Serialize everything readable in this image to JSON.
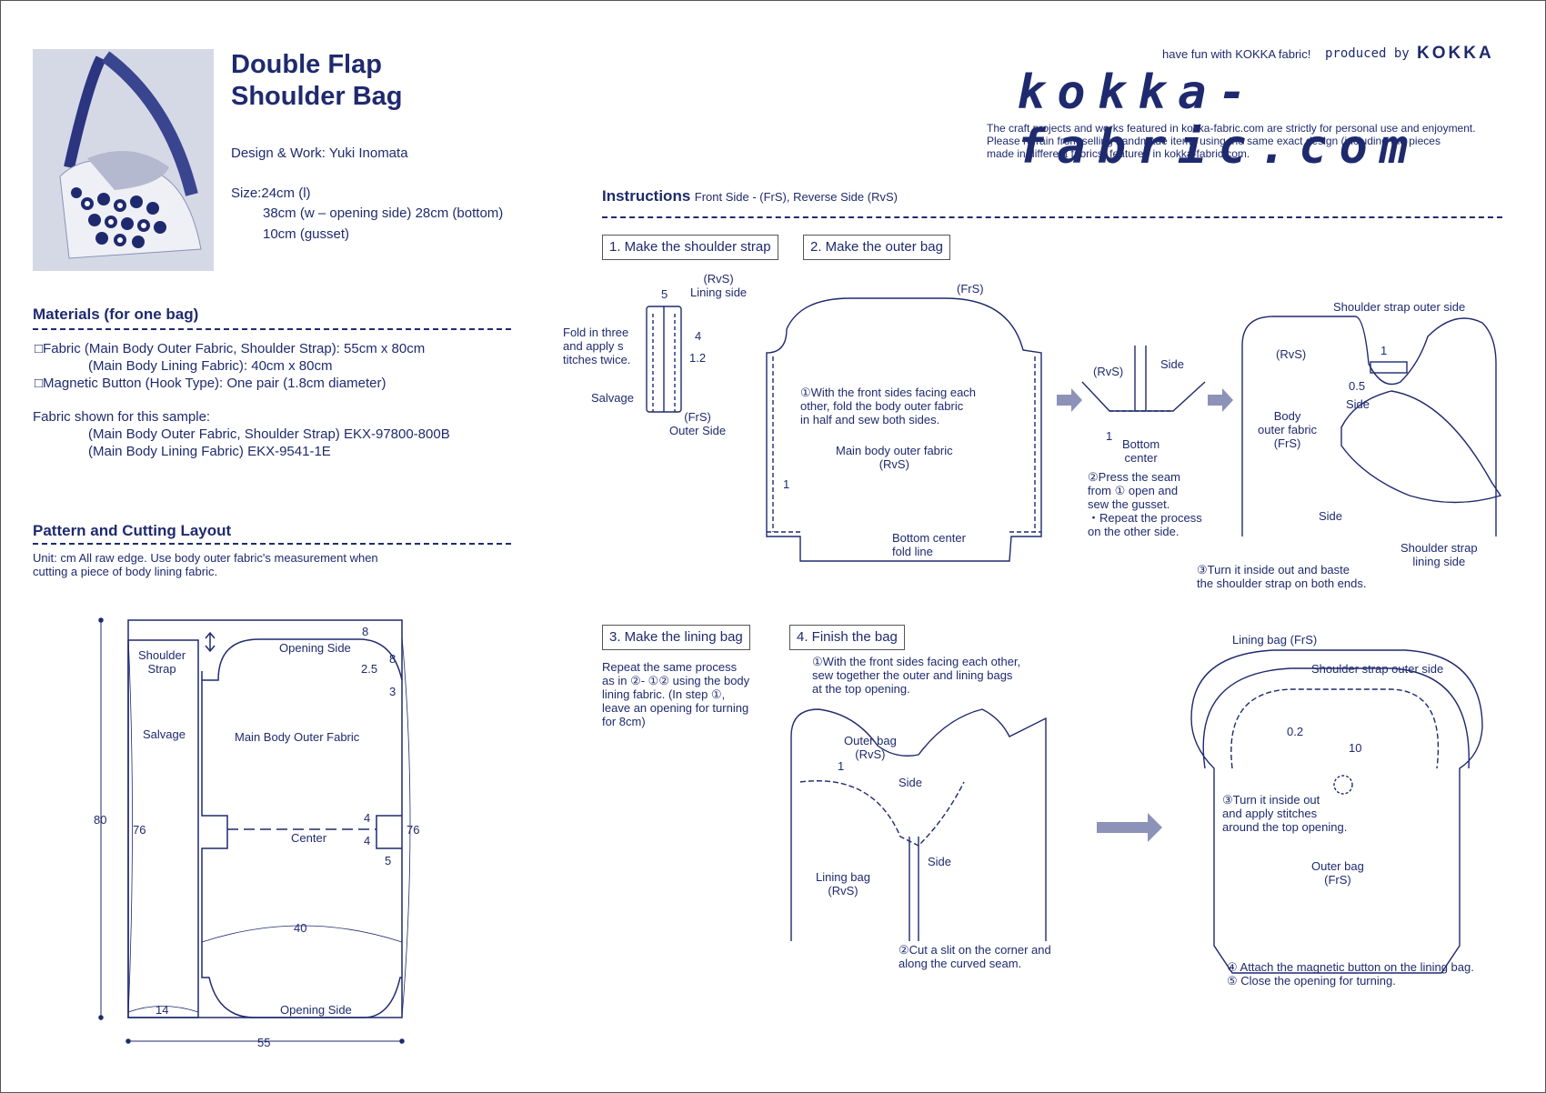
{
  "header": {
    "title": "Double Flap\nShoulder Bag",
    "design_work": "Design & Work: Yuki Inomata",
    "size_line1": "Size:24cm (l)",
    "size_line2": "38cm (w – opening side)  28cm (bottom)",
    "size_line3": "10cm (gusset)"
  },
  "brand": {
    "tagline": "have fun with KOKKA fabric!",
    "produced_by": "produced by",
    "company": "KOKKA",
    "logo": "kokka-fabric.com",
    "disclaimer": "The craft projects and works featured in kokka-fabric.com are strictly for personal use and enjoyment.\nPlease refrain from selling handmade items using the same exact design (including the pieces\nmade in different fabrics) featured in kokka-fabric.com."
  },
  "materials": {
    "heading": "Materials (for one bag)",
    "item1": "□Fabric (Main Body Outer Fabric, Shoulder Strap): 55cm x 80cm",
    "item1b": "(Main Body Lining Fabric): 40cm x 80cm",
    "item2": "□Magnetic Button (Hook Type): One pair (1.8cm diameter)",
    "sample_heading": "Fabric shown for this sample:",
    "sample1": "(Main Body Outer Fabric, Shoulder Strap) EKX-97800-800B",
    "sample2": "(Main Body Lining Fabric) EKX-9541-1E"
  },
  "pattern": {
    "heading": "Pattern and Cutting Layout",
    "note": "Unit: cm   All raw edge. Use body outer fabric's measurement when\ncutting a piece of body lining fabric.",
    "labels": {
      "shoulder_strap": "Shoulder\nStrap",
      "salvage": "Salvage",
      "opening_side_top": "Opening Side",
      "opening_side_bottom": "Opening Side",
      "main_body": "Main Body Outer Fabric",
      "center": "Center",
      "h80": "80",
      "h76_left": "76",
      "h76_right": "76",
      "w40": "40",
      "w14": "14",
      "w55": "55",
      "d8a": "8",
      "d8b": "8",
      "d25": "2.5",
      "d3": "3",
      "d4a": "4",
      "d4b": "4",
      "d5": "5"
    }
  },
  "instructions": {
    "heading": "Instructions",
    "subheading": "Front Side - (FrS), Reverse Side (RvS)",
    "step1": "1. Make the shoulder strap",
    "step2": "2. Make the outer bag",
    "step3": "3. Make the lining bag",
    "step4": "4. Finish the bag",
    "s1": {
      "rvs_lining": "(RvS)\nLining side",
      "fold": "Fold in three\nand apply s\ntitches twice.",
      "salvage": "Salvage",
      "frs_outer": "(FrS)\nOuter Side",
      "n5": "5",
      "n4": "4",
      "n12": "1.2"
    },
    "s2": {
      "frs": "(FrS)",
      "note1": "①With the front sides facing each\nother, fold the body outer fabric\nin half and sew both sides.",
      "main_body": "Main body outer fabric\n(RvS)",
      "bottom_center": "Bottom center\nfold line",
      "n1": "1",
      "rvs": "(RvS)",
      "side": "Side",
      "bottom_center2": "Bottom\ncenter",
      "n1b": "1",
      "note2": "②Press the seam\nfrom ① open and\nsew the gusset.\n・Repeat the process\non the other side.",
      "strap_outer": "Shoulder strap outer side",
      "rvs2": "(RvS)",
      "body_outer": "Body\nouter fabric\n(FrS)",
      "n1c": "1",
      "n05": "0.5",
      "side2": "Side",
      "side3": "Side",
      "strap_lining": "Shoulder strap\nlining side",
      "note3": "③Turn it inside out and baste\nthe shoulder strap on both ends."
    },
    "s3": {
      "note": "Repeat the same process\nas in ②- ①② using the body\nlining fabric. (In step ①,\nleave an opening for turning\nfor 8cm)"
    },
    "s4": {
      "note1": "①With the front sides facing each other,\nsew together the outer and lining bags\nat the top opening.",
      "outer_bag": "Outer bag\n(RvS)",
      "n1": "1",
      "side": "Side",
      "side2": "Side",
      "lining_bag": "Lining bag\n(RvS)",
      "note2": "②Cut a slit on the corner and\nalong the curved seam.",
      "lining_frs": "Lining bag (FrS)",
      "strap_outer": "Shoulder strap outer side",
      "n02": "0.2",
      "n10": "10",
      "note3": "③Turn it inside out\nand apply stitches\naround the top opening.",
      "outer_frs": "Outer bag\n(FrS)",
      "note4": "④ Attach the magnetic button on the lining bag.\n⑤ Close the opening for turning."
    }
  },
  "colors": {
    "ink": "#1f2a6e",
    "arrow": "#8c92b8"
  }
}
